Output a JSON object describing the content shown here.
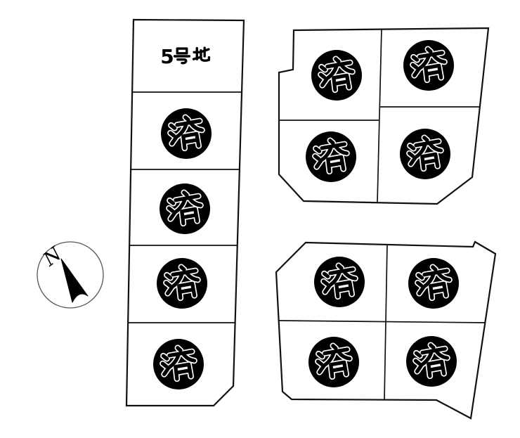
{
  "canvas": {
    "background": "#ffffff",
    "line_color": "#111111"
  },
  "compass": {
    "label": "N"
  },
  "stamp": {
    "text": "済",
    "circle_color": "#000000",
    "ink_color": "#000000",
    "halo_color": "#ffffff"
  },
  "left_column": {
    "plots": [
      {
        "label": "5号地",
        "number": "5",
        "stamped": false
      },
      {
        "stamped": true
      },
      {
        "stamped": true
      },
      {
        "stamped": true
      },
      {
        "stamped": true
      }
    ]
  },
  "upper_block": {
    "plots": [
      {
        "stamped": true
      },
      {
        "stamped": true
      },
      {
        "stamped": true
      },
      {
        "stamped": true
      }
    ]
  },
  "lower_block": {
    "plots": [
      {
        "stamped": true
      },
      {
        "stamped": true
      },
      {
        "stamped": true
      },
      {
        "stamped": true
      }
    ]
  }
}
